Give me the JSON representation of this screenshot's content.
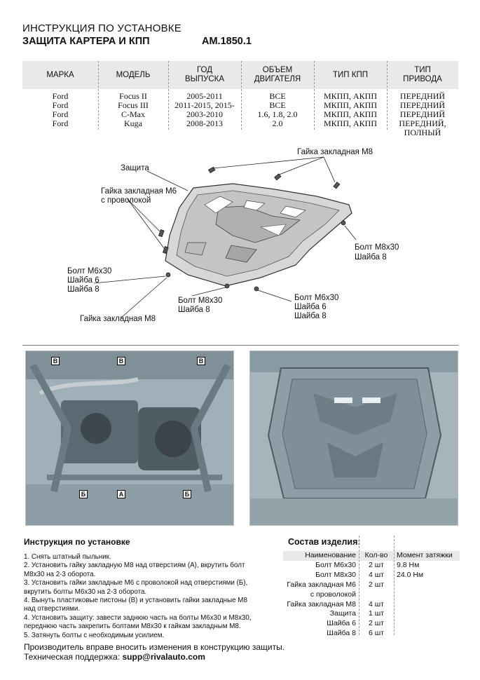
{
  "header": {
    "title": "ИНСТРУКЦИЯ ПО УСТАНОВКЕ",
    "subtitle": "ЗАЩИТА КАРТЕРА И КПП",
    "code": "AM.1850.1"
  },
  "spec_table": {
    "headers": [
      [
        "МАРКА"
      ],
      [
        "МОДЕЛЬ"
      ],
      [
        "ГОД",
        "ВЫПУСКА"
      ],
      [
        "ОБЪЕМ",
        "ДВИГАТЕЛЯ"
      ],
      [
        "ТИП КПП"
      ],
      [
        "ТИП",
        "ПРИВОДА"
      ]
    ],
    "rows": [
      [
        "Ford",
        "Focus II",
        "2005-2011",
        "ВСЕ",
        "МКПП, АКПП",
        "ПЕРЕДНИЙ"
      ],
      [
        "Ford",
        "Focus III",
        "2011-2015, 2015-",
        "ВСЕ",
        "МКПП, АКПП",
        "ПЕРЕДНИЙ"
      ],
      [
        "Ford",
        "C-Max",
        "2003-2010",
        "1.6, 1.8, 2.0",
        "МКПП, АКПП",
        "ПЕРЕДНИЙ"
      ],
      [
        "Ford",
        "Kuga",
        "2008-2013",
        "2.0",
        "МКПП, АКПП",
        "ПЕРЕДНИЙ, ПОЛНЫЙ"
      ]
    ]
  },
  "diagram": {
    "labels": {
      "nut_m8_top": "Гайка закладная М8",
      "guard": "Защита",
      "nut_m6_1": "Гайка закладная М6",
      "nut_m6_2": "с проволокой",
      "bolt_m8_right_1": "Болт М8х30",
      "bolt_m8_right_2": "Шайба 8",
      "bolt_m6_left_1": "Болт М6х30",
      "bolt_m6_left_2": "Шайба 6",
      "bolt_m6_left_3": "Шайба 8",
      "bolt_m8_mid_1": "Болт М8х30",
      "bolt_m8_mid_2": "Шайба 8",
      "bolt_m6_right_1": "Болт М6х30",
      "bolt_m6_right_2": "Шайба 6",
      "bolt_m6_right_3": "Шайба 8",
      "nut_m8_bottom": "Гайка закладная М8"
    },
    "photo_markers": [
      "В",
      "В",
      "В",
      "Б",
      "А",
      "Б"
    ]
  },
  "instructions": {
    "title": "Инструкция по установке",
    "steps": [
      "1. Снять штатный пыльник.",
      "2. Установить гайку закладную М8 над отверстиям (А), вкрутить болт",
      "М8х30 на 2-3 оборота.",
      "3. Установить гайки закладные М6 с проволокой над отверстиями (Б),",
      "вкрутить болты М6х30 на 2-3 оборота.",
      "4. Вынуть пластиковые пистоны (В) и установить гайки закладные М8",
      "над отверстиями.",
      "4. Установить защиту: завести заднюю часть на болты М6х30 и М8х30,",
      "переднюю часть закрепить болтами М8х30 к гайкам закладным М8.",
      "5. Затянуть болты с необходимым усилием."
    ]
  },
  "kit": {
    "title": "Состав изделия:",
    "headers": [
      "Наименование",
      "Кол-во",
      "Момент затяжки"
    ],
    "names": [
      "Болт М6х30",
      "Болт М8х30",
      "Гайка закладная М6",
      "с проволокой",
      "Гайка закладная М8",
      "Защита",
      "Шайба 6",
      "Шайба 8"
    ],
    "qty": [
      "2 шт",
      "4 шт",
      "2 шт",
      "",
      "4 шт",
      "1 шт",
      "2 шт",
      "6 шт"
    ],
    "torque": [
      "9.8 Нм",
      "24.0 Нм",
      "",
      "",
      "",
      "",
      "",
      ""
    ]
  },
  "footer": {
    "note": "Производитель вправе вносить изменения в конструкцию защиты.",
    "support_label": "Техническая поддержка:",
    "support_email": "supp@rivalauto.com"
  }
}
